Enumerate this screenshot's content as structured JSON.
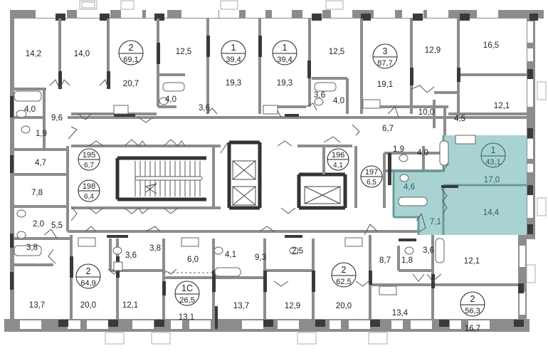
{
  "plan_title": "",
  "colors": {
    "wall": "#8c8c8c",
    "wall_dark": "#3a3a3a",
    "selected_fill": "#a9d3d2",
    "selected_text": "#2f5e5e",
    "background": "#ffffff"
  },
  "selected_apartment": "apt-1-43-1",
  "apartments": [
    {
      "id": "apt-2-69-1",
      "rooms": "2",
      "area": "69,1",
      "selected": false
    },
    {
      "id": "apt-1-39-4-a",
      "rooms": "1",
      "area": "39,4",
      "selected": false
    },
    {
      "id": "apt-1-39-4-b",
      "rooms": "1",
      "area": "39,4",
      "selected": false
    },
    {
      "id": "apt-3-87-7",
      "rooms": "3",
      "area": "87,7",
      "selected": false
    },
    {
      "id": "apt-1-43-1",
      "rooms": "1",
      "area": "43,1",
      "selected": true
    },
    {
      "id": "apt-2-64-9",
      "rooms": "2",
      "area": "64,9",
      "selected": false
    },
    {
      "id": "apt-1c-26-5",
      "rooms": "1С",
      "area": "26,5",
      "selected": false
    },
    {
      "id": "apt-2-62-5",
      "rooms": "2",
      "area": "62,5",
      "selected": false
    },
    {
      "id": "apt-2-56-3",
      "rooms": "2",
      "area": "56,3",
      "selected": false
    }
  ],
  "storage_units": [
    {
      "number": "195",
      "area": "6,7"
    },
    {
      "number": "198",
      "area": "6,4"
    },
    {
      "number": "196",
      "area": "4,1"
    },
    {
      "number": "197",
      "area": "6,5"
    }
  ],
  "room_labels": {
    "a1_r1": "14,2",
    "a1_r2": "14,0",
    "a1_liv": "20,7",
    "a1_bath": "4,0",
    "a1_hall": "9,6",
    "a1_wc": "1,9",
    "a2_r1": "12,5",
    "a2_bath": "4,0",
    "a2_hall": "3,6",
    "a2_liv": "19,3",
    "a3_liv": "19,3",
    "a3_hall": "3,6",
    "a3_bath": "4,0",
    "a3_r1": "12,5",
    "a4_liv": "19,1",
    "a4_r1": "12,9",
    "a4_r2": "16,5",
    "a4_hall": "10,0",
    "a4_cl": "4,5",
    "a4_r3": "12,1",
    "a4_corr": "6,7",
    "a4_wc": "1,9",
    "a4_bath": "4,0",
    "a5_liv": "17,0",
    "a5_r1": "14,4",
    "a5_bath": "4,6",
    "a5_hall": "7,1",
    "w_47": "4,7",
    "w_78": "7,8",
    "w_20": "2,0",
    "w_55": "5,5",
    "a6_bath": "3,8",
    "a6_r1": "13,7",
    "a6_liv": "20,0",
    "a6_r2": "12,1",
    "a6_wc": "3,6",
    "a6_hall": "3,8",
    "a7_kit": "6,0",
    "a7_liv": "13,1",
    "a8_bath": "4,1",
    "a8_hall": "9,3",
    "a8_wc": "2,5",
    "a8_r1": "13,7",
    "a8_r2": "12,9",
    "a8_liv": "20,0",
    "a9_hall": "8,7",
    "a9_wc": "1,8",
    "a9_bath": "3,6",
    "a9_r1": "12,1",
    "a9_liv": "13,4",
    "a9_r2": "16,7"
  }
}
